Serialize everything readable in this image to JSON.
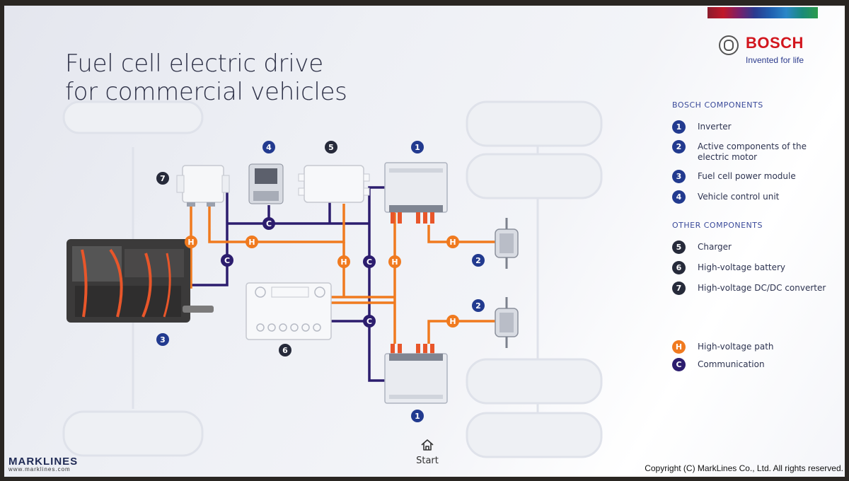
{
  "title": [
    "Fuel cell electric drive",
    "for commercial vehicles"
  ],
  "brand": {
    "name": "BOSCH",
    "tagline": "Invented for life"
  },
  "legend": {
    "bosch_heading": "BOSCH COMPONENTS",
    "bosch_items": [
      {
        "num": "1",
        "label": "Inverter"
      },
      {
        "num": "2",
        "label": "Active components of the electric motor"
      },
      {
        "num": "3",
        "label": "Fuel cell power module"
      },
      {
        "num": "4",
        "label": "Vehicle control unit"
      }
    ],
    "other_heading": "OTHER COMPONENTS",
    "other_items": [
      {
        "num": "5",
        "label": "Charger"
      },
      {
        "num": "6",
        "label": "High-voltage battery"
      },
      {
        "num": "7",
        "label": "High-voltage DC/DC converter"
      }
    ],
    "path_items": [
      {
        "num": "H",
        "label": "High-voltage path"
      },
      {
        "num": "C",
        "label": "Communication"
      }
    ]
  },
  "diagram_badges": {
    "inverter_top": "1",
    "inverter_bottom": "1",
    "motor_top": "2",
    "motor_bottom": "2",
    "fuel_cell": "3",
    "control_unit": "4",
    "charger": "5",
    "battery": "6",
    "dcdc": "7"
  },
  "path_markers": {
    "hv": "H",
    "comm": "C"
  },
  "colors": {
    "hv_path": "#f07a1f",
    "communication": "#2c1d6e",
    "bosch_badge": "#223a8f",
    "other_badge": "#262a3a",
    "brand_red": "#d2161e"
  },
  "nav": {
    "start_label": "Start"
  },
  "watermark": {
    "name": "MARKLINES",
    "url": "www.marklines.com"
  },
  "copyright": "Copyright (C) MarkLines Co., Ltd. All rights reserved."
}
